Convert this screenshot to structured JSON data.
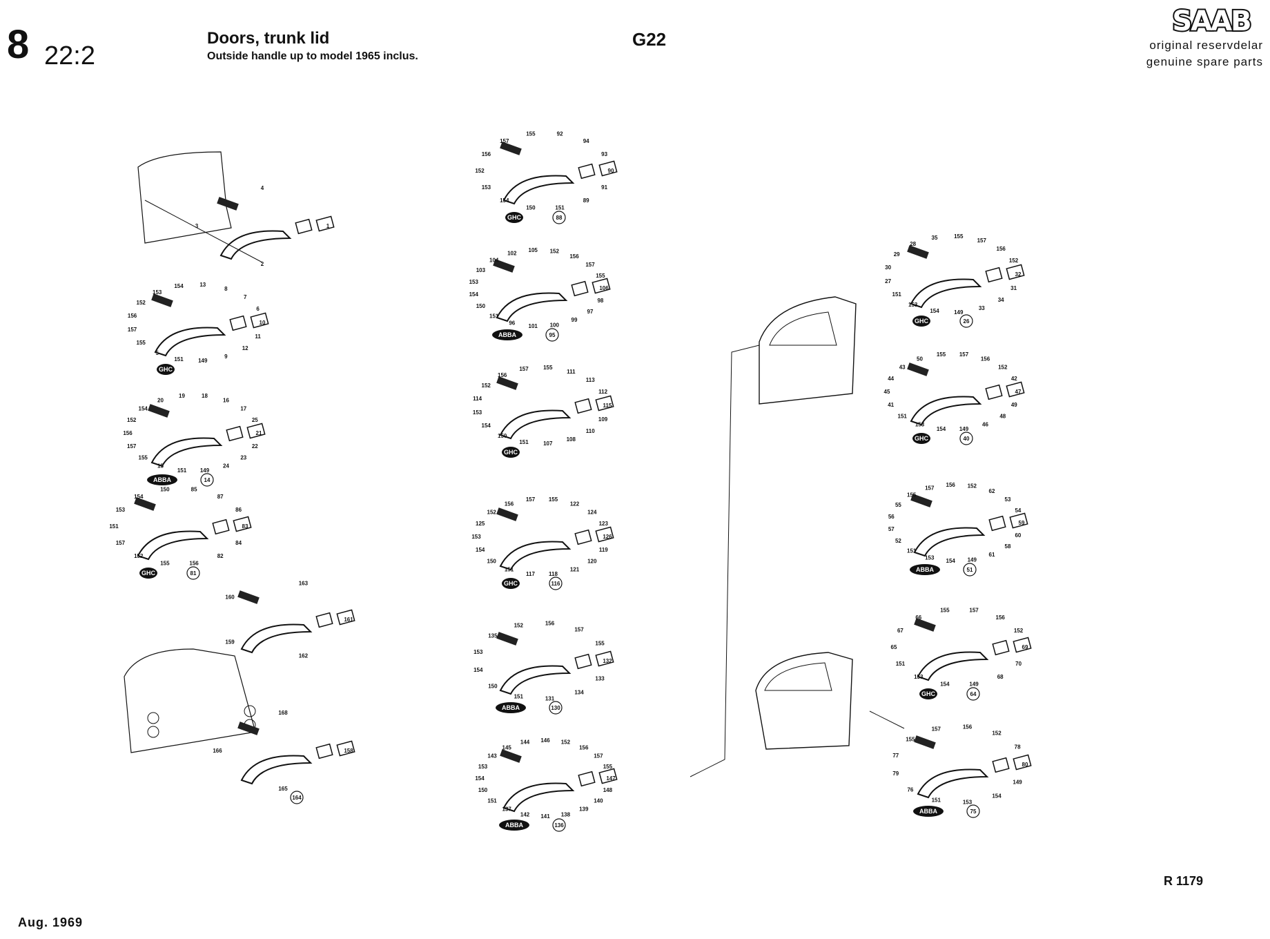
{
  "header": {
    "section_major": "8",
    "section_minor": "22:2",
    "title": "Doors, trunk lid",
    "subtitle": "Outside handle up to model 1965 inclus.",
    "group_code": "G22",
    "brand": "SAAB",
    "tagline_1": "original reservdelar",
    "tagline_2": "genuine spare parts"
  },
  "footer": {
    "reference": "R 1179",
    "date": "Aug. 1969"
  },
  "handles": [
    {
      "group": "88",
      "brand": "GHC",
      "parts": [
        "90",
        "91",
        "89",
        "151",
        "150",
        "154",
        "153",
        "152",
        "156",
        "157",
        "155",
        "92",
        "94",
        "93"
      ]
    },
    {
      "group": "95",
      "brand": "ABBA",
      "parts": [
        "106",
        "98",
        "97",
        "99",
        "100",
        "101",
        "96",
        "151",
        "150",
        "154",
        "153",
        "103",
        "104",
        "102",
        "105",
        "152",
        "156",
        "157",
        "155"
      ]
    },
    {
      "group": "",
      "brand": "GHC",
      "parts": [
        "115",
        "109",
        "110",
        "108",
        "107",
        "151",
        "150",
        "154",
        "153",
        "114",
        "152",
        "156",
        "157",
        "155",
        "111",
        "113",
        "112"
      ]
    },
    {
      "group": "116",
      "brand": "GHC",
      "parts": [
        "126",
        "119",
        "120",
        "121",
        "118",
        "117",
        "151",
        "150",
        "154",
        "153",
        "125",
        "152",
        "156",
        "157",
        "155",
        "122",
        "124",
        "123"
      ]
    },
    {
      "group": "130",
      "brand": "ABBA",
      "parts": [
        "132",
        "133",
        "134",
        "131",
        "151",
        "150",
        "154",
        "153",
        "135",
        "152",
        "156",
        "157",
        "155"
      ]
    },
    {
      "group": "136",
      "brand": "ABBA",
      "parts": [
        "147",
        "148",
        "140",
        "139",
        "138",
        "141",
        "142",
        "137",
        "151",
        "150",
        "154",
        "153",
        "143",
        "145",
        "144",
        "146",
        "152",
        "156",
        "157",
        "155"
      ]
    },
    {
      "group": "",
      "brand": "",
      "parts": [
        "1",
        "2",
        "3",
        "4"
      ]
    },
    {
      "group": "",
      "brand": "GHC",
      "parts": [
        "10",
        "11",
        "12",
        "9",
        "149",
        "151",
        "5",
        "155",
        "157",
        "156",
        "152",
        "153",
        "154",
        "13",
        "8",
        "7",
        "6"
      ]
    },
    {
      "group": "14",
      "brand": "ABBA",
      "parts": [
        "21",
        "22",
        "23",
        "24",
        "149",
        "151",
        "15",
        "155",
        "157",
        "156",
        "152",
        "154",
        "20",
        "19",
        "18",
        "16",
        "17",
        "25"
      ]
    },
    {
      "group": "81",
      "brand": "GHC",
      "parts": [
        "83",
        "84",
        "82",
        "156",
        "155",
        "152",
        "157",
        "151",
        "153",
        "154",
        "150",
        "85",
        "87",
        "86"
      ]
    },
    {
      "group": "",
      "brand": "",
      "parts": [
        "161",
        "162",
        "159",
        "160",
        "163"
      ]
    },
    {
      "group": "164",
      "brand": "",
      "parts": [
        "158",
        "165",
        "166",
        "168"
      ]
    },
    {
      "group": "26",
      "brand": "GHC",
      "parts": [
        "32",
        "31",
        "34",
        "33",
        "149",
        "154",
        "153",
        "151",
        "27",
        "30",
        "29",
        "28",
        "35",
        "155",
        "157",
        "156",
        "152"
      ]
    },
    {
      "group": "40",
      "brand": "GHC",
      "parts": [
        "47",
        "49",
        "48",
        "46",
        "149",
        "154",
        "153",
        "151",
        "41",
        "45",
        "44",
        "43",
        "50",
        "155",
        "157",
        "156",
        "152",
        "42"
      ]
    },
    {
      "group": "51",
      "brand": "ABBA",
      "parts": [
        "59",
        "60",
        "58",
        "61",
        "149",
        "154",
        "153",
        "151",
        "52",
        "57",
        "56",
        "55",
        "155",
        "157",
        "156",
        "152",
        "62",
        "53",
        "54"
      ]
    },
    {
      "group": "64",
      "brand": "GHC",
      "parts": [
        "69",
        "70",
        "68",
        "149",
        "154",
        "153",
        "151",
        "65",
        "67",
        "66",
        "155",
        "157",
        "156",
        "152"
      ]
    },
    {
      "group": "75",
      "brand": "ABBA",
      "parts": [
        "80",
        "149",
        "154",
        "153",
        "151",
        "76",
        "79",
        "77",
        "155",
        "157",
        "156",
        "152",
        "78"
      ]
    }
  ]
}
